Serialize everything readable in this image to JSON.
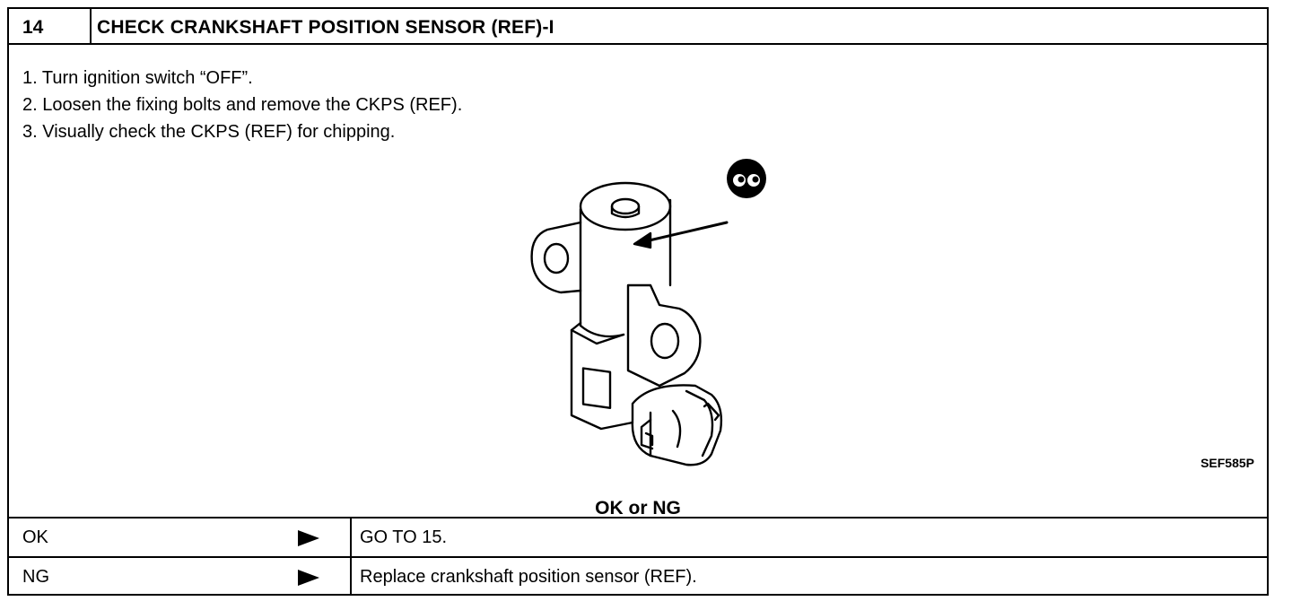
{
  "step": {
    "number": "14",
    "title": "CHECK CRANKSHAFT POSITION SENSOR (REF)-I"
  },
  "instructions": [
    "1. Turn ignition switch “OFF”.",
    "2. Loosen the fixing bolts and remove the CKPS (REF).",
    "3. Visually check the CKPS (REF) for chipping."
  ],
  "figure": {
    "code": "SEF585P",
    "icon": "inspection-eyes-icon"
  },
  "decision": {
    "prompt": "OK or NG",
    "rows": [
      {
        "result": "OK",
        "action": "GO TO 15."
      },
      {
        "result": "NG",
        "action": "Replace crankshaft position sensor (REF)."
      }
    ]
  }
}
